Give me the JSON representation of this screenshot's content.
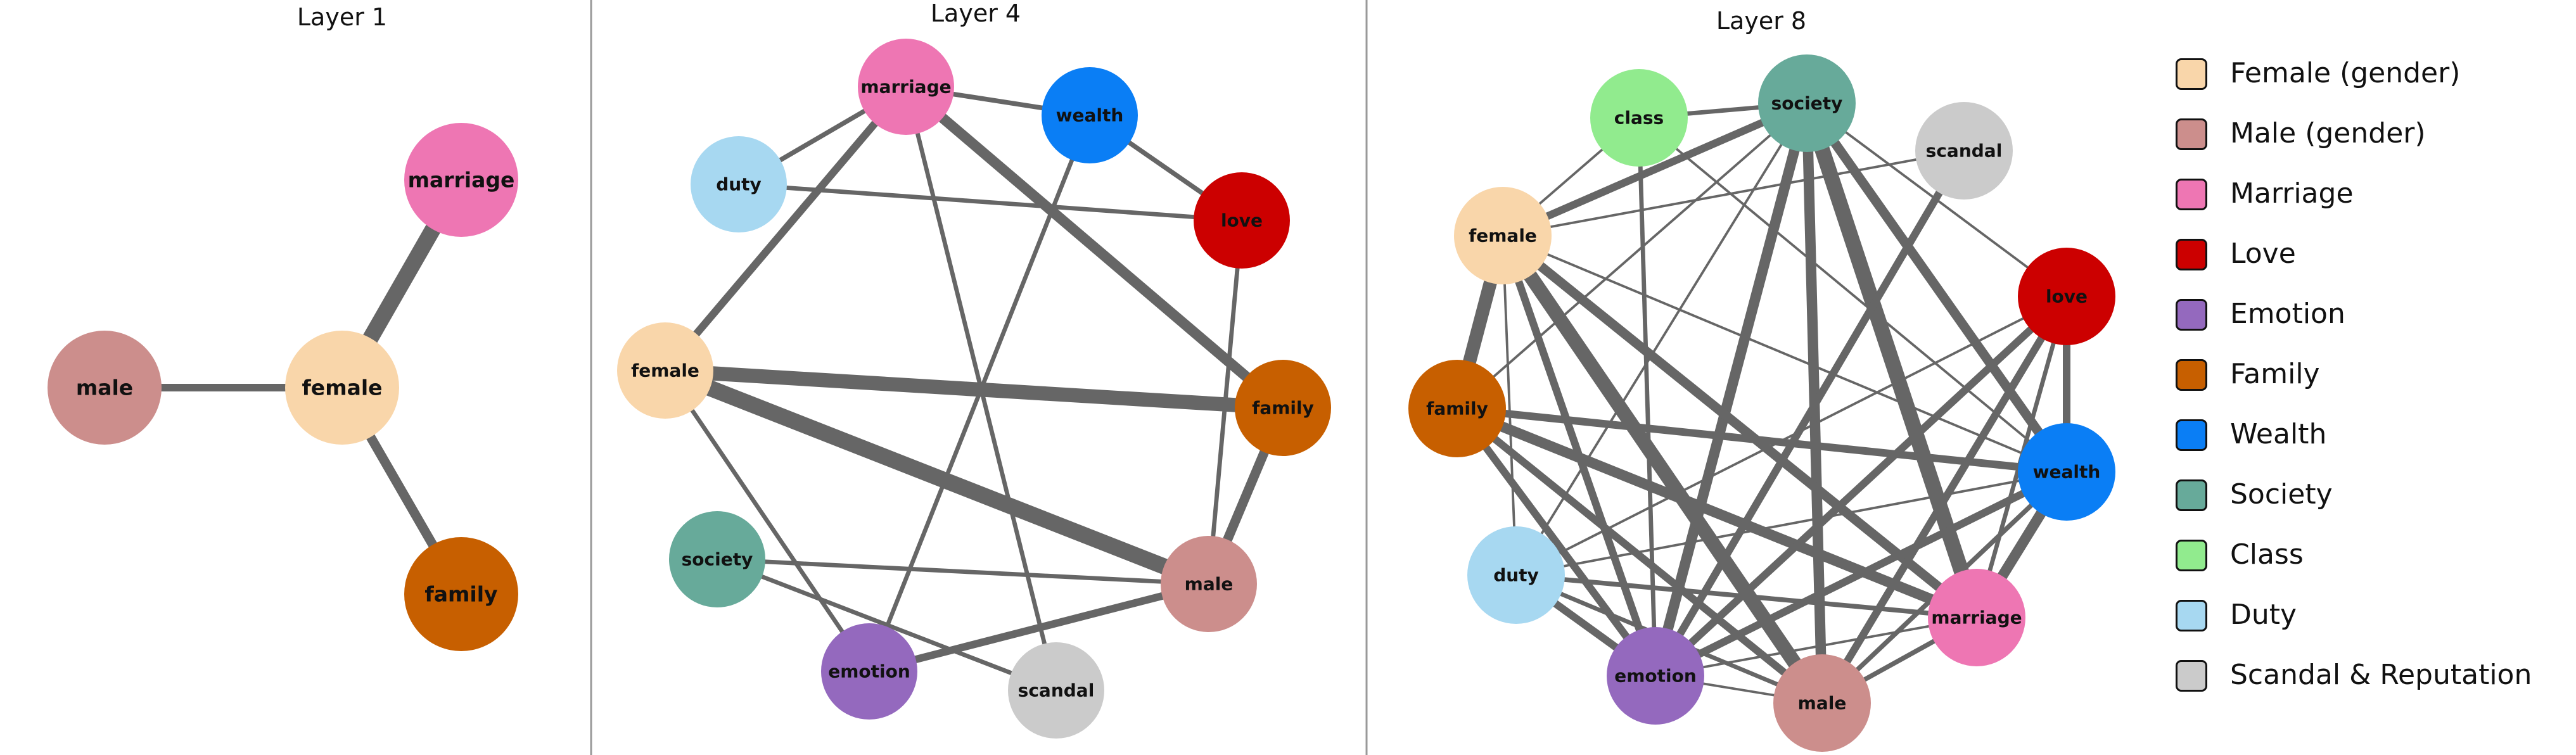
{
  "colors": {
    "female": "#F9D6AA",
    "male": "#CC8E8C",
    "marriage": "#EE76B3",
    "love": "#CC0000",
    "emotion": "#9469BE",
    "family": "#C75F00",
    "wealth": "#0A7EF5",
    "society": "#67AA9A",
    "class": "#91EB8E",
    "duty": "#A7D8F1",
    "scandal": "#CBCBCB",
    "edge": "#666666",
    "divider": "#999999"
  },
  "panels": [
    {
      "title": "Layer 1",
      "nodes": [
        "male",
        "female",
        "marriage",
        "family"
      ],
      "edges": [
        [
          "male",
          "female",
          1.6
        ],
        [
          "female",
          "marriage",
          3.4
        ],
        [
          "female",
          "family",
          2.0
        ]
      ]
    },
    {
      "title": "Layer 4",
      "nodes": [
        "marriage",
        "wealth",
        "duty",
        "love",
        "female",
        "family",
        "society",
        "male",
        "emotion",
        "scandal"
      ],
      "edges": [
        [
          "marriage",
          "wealth",
          1.0
        ],
        [
          "marriage",
          "duty",
          1.0
        ],
        [
          "marriage",
          "female",
          1.6
        ],
        [
          "marriage",
          "family",
          2.2
        ],
        [
          "marriage",
          "scandal",
          0.9
        ],
        [
          "wealth",
          "love",
          1.0
        ],
        [
          "wealth",
          "emotion",
          0.9
        ],
        [
          "duty",
          "love",
          0.9
        ],
        [
          "female",
          "family",
          3.0
        ],
        [
          "female",
          "male",
          3.4
        ],
        [
          "female",
          "emotion",
          0.9
        ],
        [
          "love",
          "male",
          0.9
        ],
        [
          "family",
          "male",
          2.0
        ],
        [
          "society",
          "male",
          0.9
        ],
        [
          "society",
          "scandal",
          0.9
        ],
        [
          "male",
          "emotion",
          1.6
        ]
      ]
    },
    {
      "title": "Layer 8",
      "nodes": [
        "class",
        "society",
        "scandal",
        "female",
        "love",
        "family",
        "wealth",
        "duty",
        "marriage",
        "emotion",
        "male"
      ],
      "edges": [
        [
          "class",
          "society",
          0.9
        ],
        [
          "class",
          "female",
          0.5
        ],
        [
          "class",
          "emotion",
          0.9
        ],
        [
          "class",
          "wealth",
          0.5
        ],
        [
          "society",
          "female",
          1.6
        ],
        [
          "society",
          "marriage",
          3.2
        ],
        [
          "society",
          "male",
          2.2
        ],
        [
          "society",
          "emotion",
          2.2
        ],
        [
          "society",
          "family",
          0.5
        ],
        [
          "society",
          "duty",
          0.5
        ],
        [
          "society",
          "wealth",
          2.0
        ],
        [
          "society",
          "love",
          0.5
        ],
        [
          "scandal",
          "female",
          0.5
        ],
        [
          "scandal",
          "emotion",
          1.6
        ],
        [
          "female",
          "family",
          2.8
        ],
        [
          "female",
          "male",
          3.0
        ],
        [
          "female",
          "marriage",
          2.0
        ],
        [
          "female",
          "emotion",
          1.6
        ],
        [
          "female",
          "duty",
          0.5
        ],
        [
          "female",
          "wealth",
          0.5
        ],
        [
          "family",
          "marriage",
          2.2
        ],
        [
          "family",
          "male",
          1.6
        ],
        [
          "family",
          "wealth",
          1.6
        ],
        [
          "family",
          "emotion",
          1.6
        ],
        [
          "love",
          "wealth",
          1.6
        ],
        [
          "love",
          "duty",
          0.5
        ],
        [
          "love",
          "emotion",
          1.6
        ],
        [
          "love",
          "male",
          1.6
        ],
        [
          "love",
          "marriage",
          0.9
        ],
        [
          "wealth",
          "duty",
          0.5
        ],
        [
          "wealth",
          "marriage",
          2.2
        ],
        [
          "wealth",
          "emotion",
          1.6
        ],
        [
          "wealth",
          "male",
          1.0
        ],
        [
          "duty",
          "emotion",
          1.6
        ],
        [
          "duty",
          "marriage",
          1.0
        ],
        [
          "duty",
          "male",
          0.9
        ],
        [
          "marriage",
          "emotion",
          0.5
        ],
        [
          "marriage",
          "male",
          1.0
        ],
        [
          "emotion",
          "male",
          0.5
        ]
      ]
    }
  ],
  "legend": [
    {
      "key": "female",
      "label": "Female (gender)"
    },
    {
      "key": "male",
      "label": "Male (gender)"
    },
    {
      "key": "marriage",
      "label": "Marriage"
    },
    {
      "key": "love",
      "label": "Love"
    },
    {
      "key": "emotion",
      "label": "Emotion"
    },
    {
      "key": "family",
      "label": "Family"
    },
    {
      "key": "wealth",
      "label": "Wealth"
    },
    {
      "key": "society",
      "label": "Society"
    },
    {
      "key": "class",
      "label": "Class"
    },
    {
      "key": "duty",
      "label": "Duty"
    },
    {
      "key": "scandal",
      "label": "Scandal & Reputation"
    }
  ]
}
